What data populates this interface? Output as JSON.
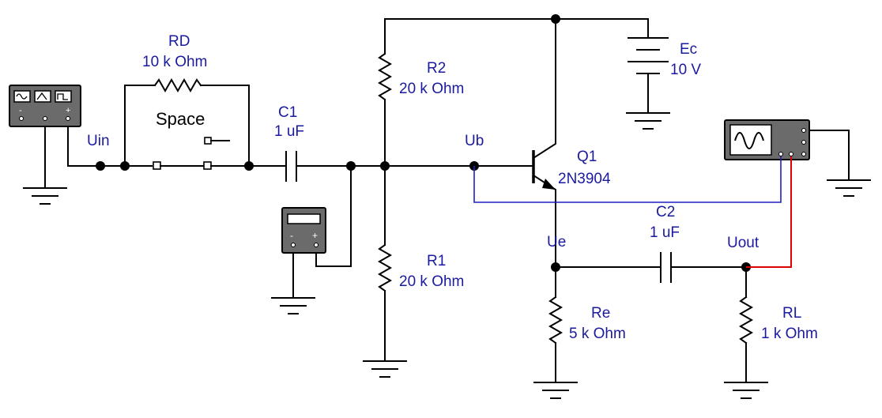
{
  "components": {
    "rd": {
      "name": "RD",
      "value": "10 k Ohm"
    },
    "switch": {
      "label": "Space"
    },
    "c1": {
      "name": "C1",
      "value": "1 uF"
    },
    "r2": {
      "name": "R2",
      "value": "20 k Ohm"
    },
    "r1": {
      "name": "R1",
      "value": "20 k Ohm"
    },
    "ec": {
      "name": "Ec",
      "value": "10 V"
    },
    "q1": {
      "name": "Q1",
      "value": "2N3904"
    },
    "c2": {
      "name": "C2",
      "value": "1 uF"
    },
    "re": {
      "name": "Re",
      "value": "5 k Ohm"
    },
    "rl": {
      "name": "RL",
      "value": "1 k Ohm"
    }
  },
  "nodes": {
    "uin": "Uin",
    "ub": "Ub",
    "ue": "Ue",
    "uout": "Uout"
  },
  "instruments": {
    "generator": {
      "icon": "function-generator-icon",
      "terminals": [
        "-",
        "+"
      ]
    },
    "multimeter": {
      "icon": "multimeter-icon",
      "terminals": [
        "-",
        "+"
      ]
    },
    "oscilloscope": {
      "icon": "oscilloscope-icon"
    }
  },
  "colors": {
    "wire": "#000000",
    "label": "#1a1a9e",
    "probe_blue": "#1f1fbf",
    "probe_red": "#e00000",
    "instrument_body": "#6b6b6b"
  }
}
